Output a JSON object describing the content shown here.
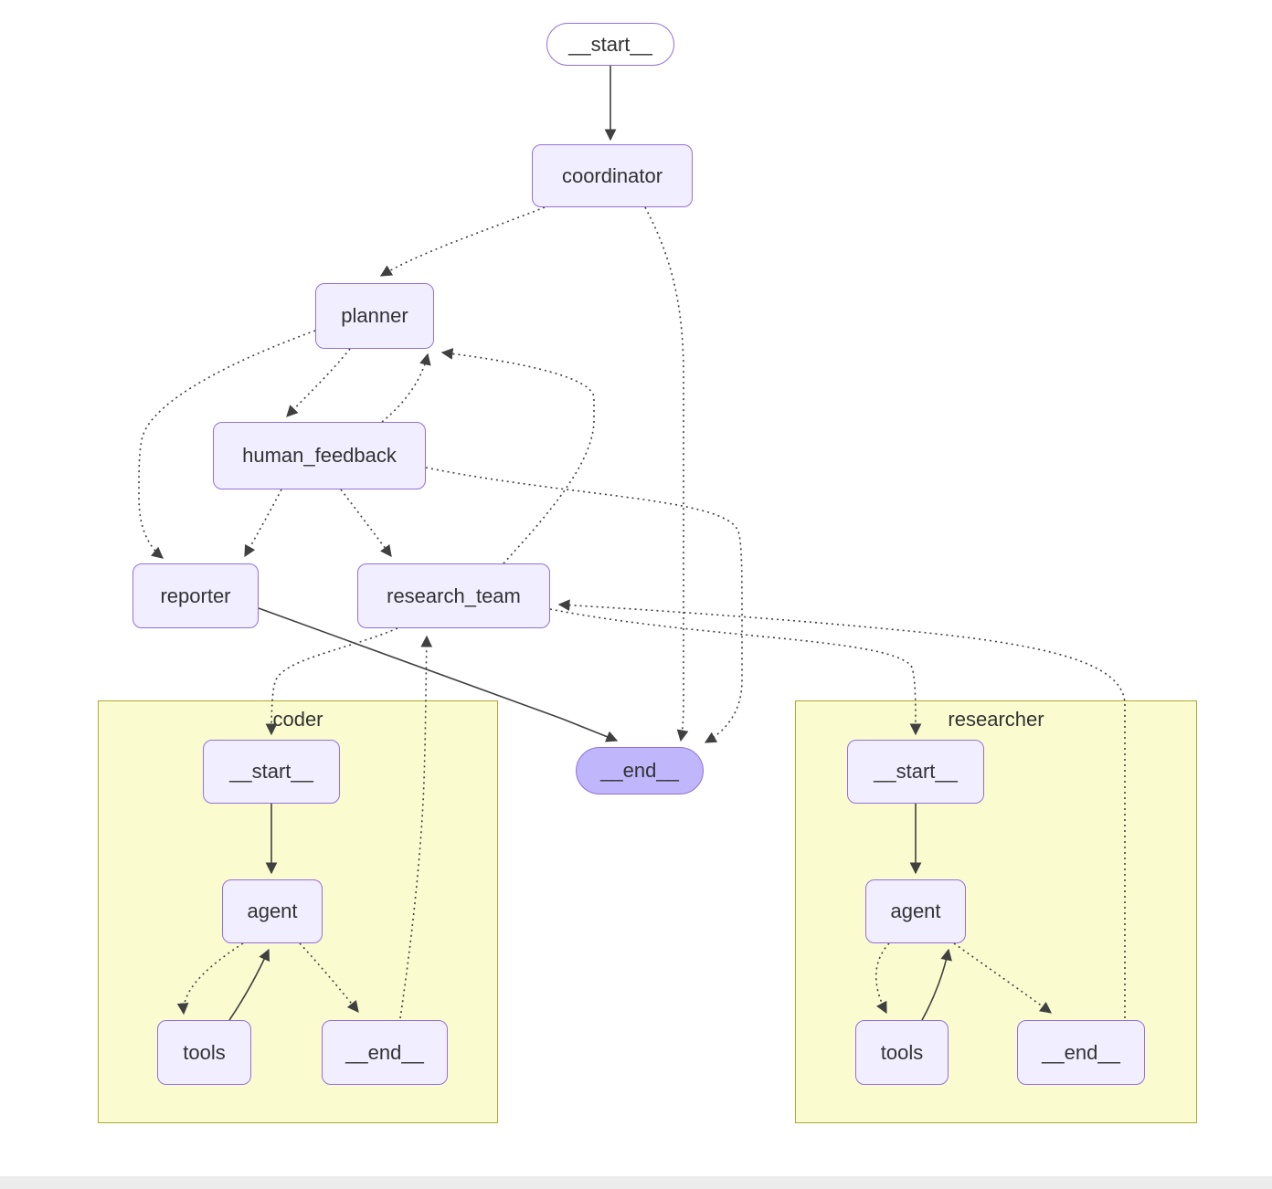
{
  "diagram": {
    "type": "graph",
    "nodes": {
      "start": {
        "label": "__start__"
      },
      "coordinator": {
        "label": "coordinator"
      },
      "planner": {
        "label": "planner"
      },
      "human_feedback": {
        "label": "human_feedback"
      },
      "reporter": {
        "label": "reporter"
      },
      "research_team": {
        "label": "research_team"
      },
      "end": {
        "label": "__end__"
      }
    },
    "subgraphs": {
      "coder": {
        "label": "coder",
        "nodes": {
          "start": {
            "label": "__start__"
          },
          "agent": {
            "label": "agent"
          },
          "tools": {
            "label": "tools"
          },
          "end": {
            "label": "__end__"
          }
        }
      },
      "researcher": {
        "label": "researcher",
        "nodes": {
          "start": {
            "label": "__start__"
          },
          "agent": {
            "label": "agent"
          },
          "tools": {
            "label": "tools"
          },
          "end": {
            "label": "__end__"
          }
        }
      }
    },
    "edges": [
      {
        "from": "__start__",
        "to": "coordinator",
        "style": "solid"
      },
      {
        "from": "coordinator",
        "to": "planner",
        "style": "dotted"
      },
      {
        "from": "coordinator",
        "to": "__end__",
        "style": "dotted"
      },
      {
        "from": "planner",
        "to": "human_feedback",
        "style": "dotted"
      },
      {
        "from": "planner",
        "to": "reporter",
        "style": "dotted"
      },
      {
        "from": "human_feedback",
        "to": "planner",
        "style": "dotted"
      },
      {
        "from": "human_feedback",
        "to": "reporter",
        "style": "dotted"
      },
      {
        "from": "human_feedback",
        "to": "research_team",
        "style": "dotted"
      },
      {
        "from": "human_feedback",
        "to": "__end__",
        "style": "dotted"
      },
      {
        "from": "research_team",
        "to": "planner",
        "style": "dotted"
      },
      {
        "from": "research_team",
        "to": "coder.__start__",
        "style": "dotted"
      },
      {
        "from": "research_team",
        "to": "researcher.__start__",
        "style": "dotted"
      },
      {
        "from": "coder.__end__",
        "to": "research_team",
        "style": "dotted"
      },
      {
        "from": "researcher.__end__",
        "to": "research_team",
        "style": "dotted"
      },
      {
        "from": "reporter",
        "to": "__end__",
        "style": "solid"
      },
      {
        "from": "coder.__start__",
        "to": "coder.agent",
        "style": "solid"
      },
      {
        "from": "coder.agent",
        "to": "coder.tools",
        "style": "dotted"
      },
      {
        "from": "coder.tools",
        "to": "coder.agent",
        "style": "solid"
      },
      {
        "from": "coder.agent",
        "to": "coder.__end__",
        "style": "dotted"
      },
      {
        "from": "researcher.__start__",
        "to": "researcher.agent",
        "style": "solid"
      },
      {
        "from": "researcher.agent",
        "to": "researcher.tools",
        "style": "dotted"
      },
      {
        "from": "researcher.tools",
        "to": "researcher.agent",
        "style": "solid"
      },
      {
        "from": "researcher.agent",
        "to": "researcher.__end__",
        "style": "dotted"
      }
    ],
    "colors": {
      "node_fill": "#f1efff",
      "node_border": "#9370db",
      "start_fill": "#ffffff",
      "end_fill": "#bfb6fc",
      "cluster_fill": "#fbfbd0",
      "cluster_border": "#aaaa33",
      "edge": "#404040"
    }
  }
}
